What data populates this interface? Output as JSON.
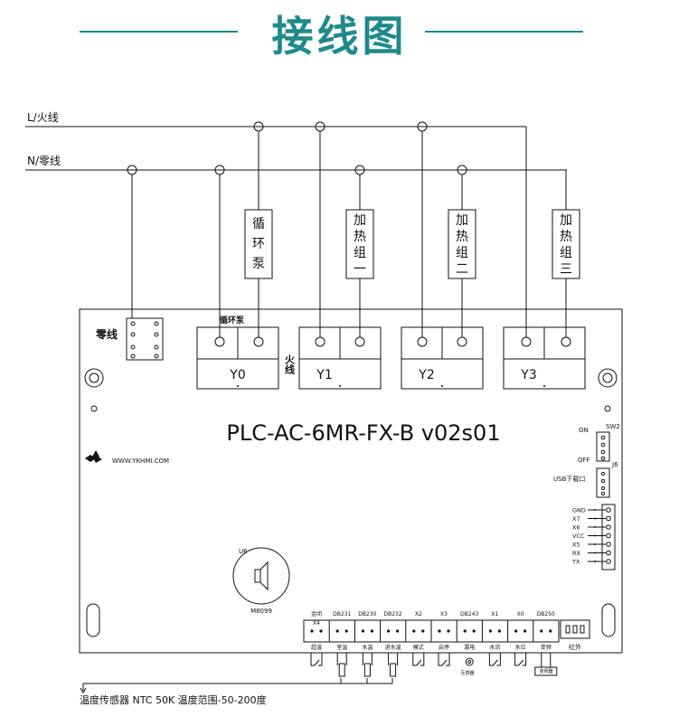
{
  "header": {
    "title": "接线图",
    "accent_color": "#1e8a8c"
  },
  "mains": {
    "live_label": "L/火线",
    "neutral_label": "N/零线"
  },
  "loads": [
    {
      "chars": [
        "循",
        "环",
        "泵"
      ]
    },
    {
      "chars": [
        "加",
        "热",
        "组",
        "一"
      ]
    },
    {
      "chars": [
        "加",
        "热",
        "组",
        "二"
      ]
    },
    {
      "chars": [
        "加",
        "热",
        "组",
        "三"
      ]
    }
  ],
  "board": {
    "model": "PLC-AC-6MR-FX-B v02s01",
    "website": "WWW.YKHMI.COM",
    "neutral_block_label": "零线",
    "live_side_label": "火线",
    "pump_terminal_label": "循环泵",
    "relays": [
      "Y0",
      "Y1",
      "Y2",
      "Y3"
    ],
    "buzzer_ref": "U6",
    "buzzer_model": "M8099",
    "switch_ref": "SW2",
    "switch_on": "ON",
    "switch_off": "OFF",
    "usb_label": "USB下载口",
    "usb_ref": "J6",
    "comm_pins": [
      "GND",
      "X7",
      "X6",
      "VCC",
      "X5",
      "RX",
      "TX"
    ],
    "bottom_terminals": [
      {
        "top": "金闭",
        "sub": "X4",
        "bottom": "超温"
      },
      {
        "top": "DB231",
        "sub": "",
        "bottom": "室温"
      },
      {
        "top": "DB230",
        "sub": "",
        "bottom": "水温"
      },
      {
        "top": "DB232",
        "sub": "",
        "bottom": "进水温"
      },
      {
        "top": "X2",
        "sub": "",
        "bottom": "模式"
      },
      {
        "top": "X3",
        "sub": "",
        "bottom": "启停"
      },
      {
        "top": "DB243",
        "sub": "",
        "bottom": "漏电"
      },
      {
        "top": "X1",
        "sub": "",
        "bottom": "水流"
      },
      {
        "top": "X0",
        "sub": "",
        "bottom": "水位"
      },
      {
        "top": "DB250",
        "sub": "",
        "bottom": "变频"
      }
    ],
    "ir_label": "红外",
    "leak_sensor_label": "互感器",
    "vfd_label": "变频器"
  },
  "footnote": "温度传感器 NTC 50K 温度范围-50-200度"
}
